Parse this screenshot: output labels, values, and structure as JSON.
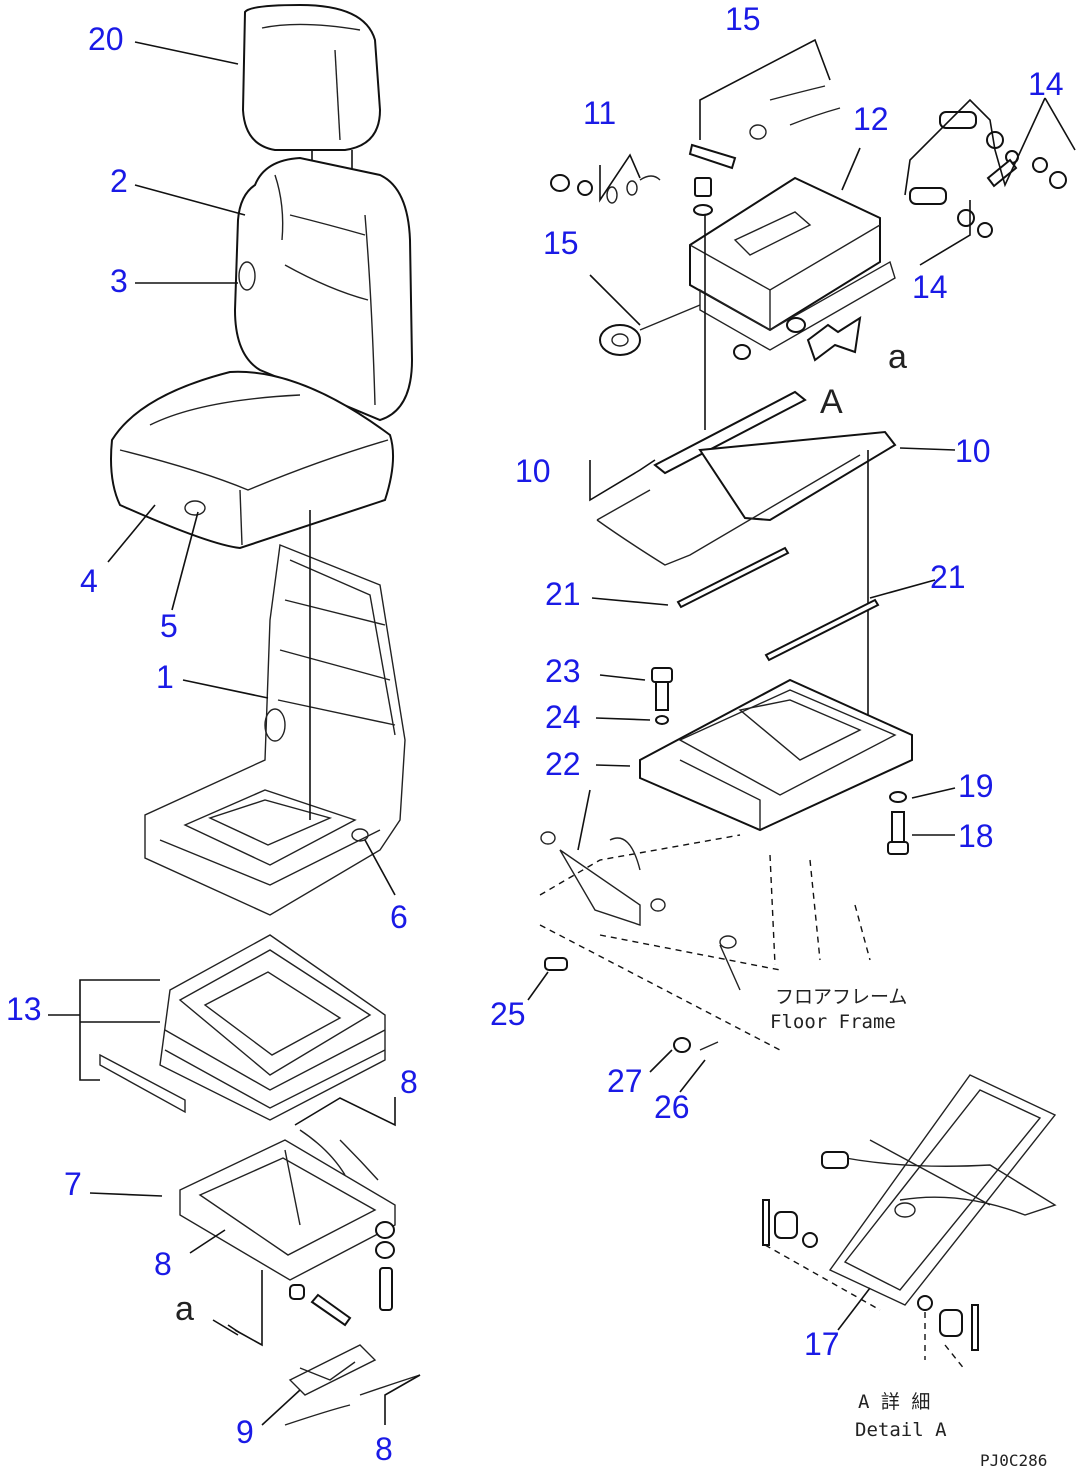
{
  "callouts": [
    {
      "id": "c20",
      "label": "20"
    },
    {
      "id": "c2",
      "label": "2"
    },
    {
      "id": "c3",
      "label": "3"
    },
    {
      "id": "c4",
      "label": "4"
    },
    {
      "id": "c5",
      "label": "5"
    },
    {
      "id": "c1",
      "label": "1"
    },
    {
      "id": "c6",
      "label": "6"
    },
    {
      "id": "c13",
      "label": "13"
    },
    {
      "id": "c8a",
      "label": "8"
    },
    {
      "id": "c7",
      "label": "7"
    },
    {
      "id": "c8b",
      "label": "8"
    },
    {
      "id": "c9",
      "label": "9"
    },
    {
      "id": "c8c",
      "label": "8"
    },
    {
      "id": "c15a",
      "label": "15"
    },
    {
      "id": "c11",
      "label": "11"
    },
    {
      "id": "c12",
      "label": "12"
    },
    {
      "id": "c14a",
      "label": "14"
    },
    {
      "id": "c15b",
      "label": "15"
    },
    {
      "id": "c14b",
      "label": "14"
    },
    {
      "id": "c10a",
      "label": "10"
    },
    {
      "id": "c10b",
      "label": "10"
    },
    {
      "id": "c21a",
      "label": "21"
    },
    {
      "id": "c21b",
      "label": "21"
    },
    {
      "id": "c23",
      "label": "23"
    },
    {
      "id": "c24",
      "label": "24"
    },
    {
      "id": "c22",
      "label": "22"
    },
    {
      "id": "c19",
      "label": "19"
    },
    {
      "id": "c18",
      "label": "18"
    },
    {
      "id": "c25",
      "label": "25"
    },
    {
      "id": "c27",
      "label": "27"
    },
    {
      "id": "c26",
      "label": "26"
    },
    {
      "id": "c17",
      "label": "17"
    }
  ],
  "view_labels": {
    "view_a_upper": "A",
    "arrow_a_upper": "a",
    "arrow_a_lower": "a"
  },
  "floor_frame": {
    "jp": "フロアフレーム",
    "en": "Floor Frame"
  },
  "detail": {
    "jp": "A 詳 細",
    "en": "Detail A"
  },
  "drawing_code": "PJ0C286"
}
